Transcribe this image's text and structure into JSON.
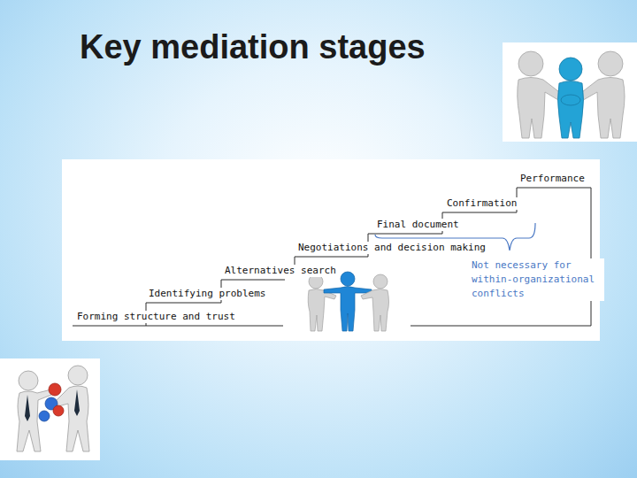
{
  "diagram": {
    "title": "Key mediation stages",
    "labels": [
      "Forming structure and trust",
      "Identifying problems",
      "Alternatives search",
      "Negotiations and decision making",
      "Final document",
      "Confirmation",
      "Performance",
      "Not necessary for within-organizational conflicts"
    ]
  }
}
